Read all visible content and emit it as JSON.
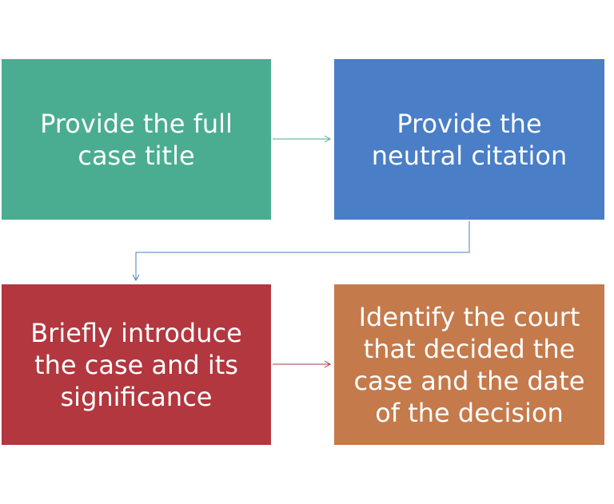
{
  "steps": [
    {
      "text": "Provide the full\ncase title",
      "color": "#4aad92"
    },
    {
      "text": "Provide the\nneutral citation",
      "color": "#4a7ec6"
    },
    {
      "text": "Briefly introduce\nthe case and its\nsignificance",
      "color": "#b2373f"
    },
    {
      "text": "Identify the court\nthat decided the\ncase and the date\nof the decision",
      "color": "#c57a4b"
    }
  ],
  "connector_colors": {
    "step1_to_step2": "#4aad92",
    "step2_to_step3": "#4a7ec6",
    "step3_to_step4": "#b2373f"
  }
}
